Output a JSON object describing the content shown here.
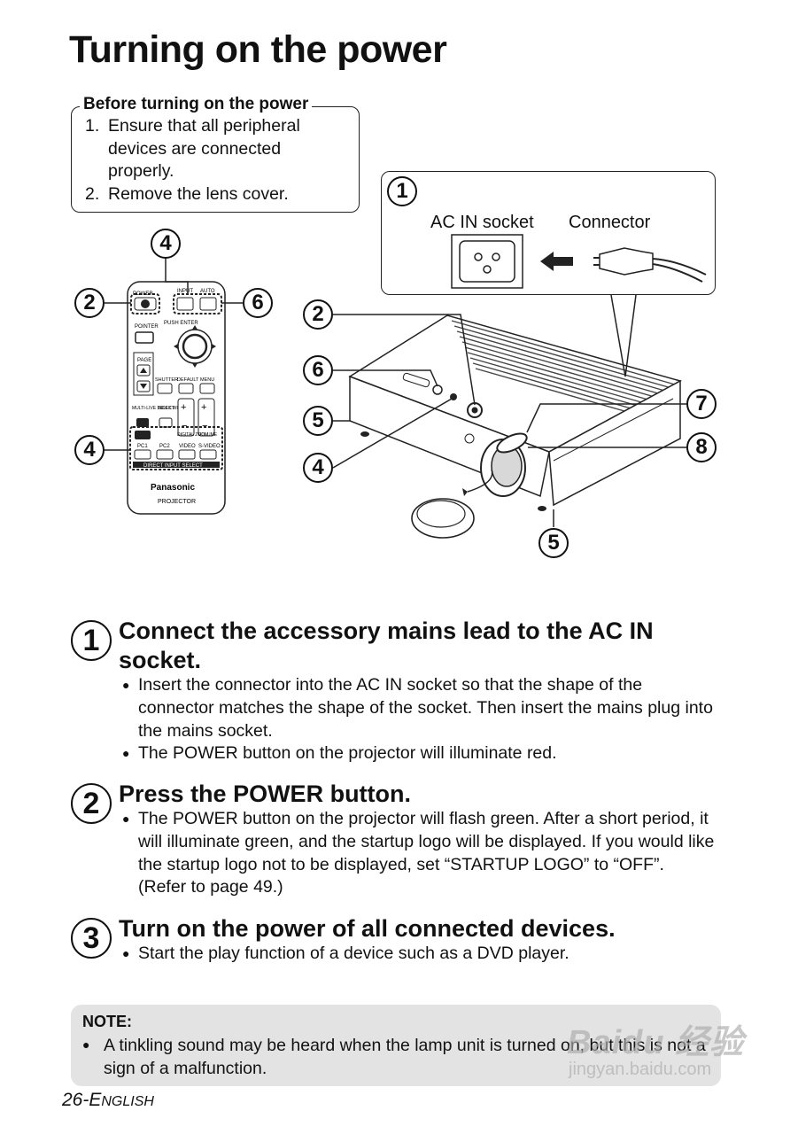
{
  "title": "Turning on the power",
  "before": {
    "title": "Before turning on the power",
    "items": [
      {
        "num": "1.",
        "lines": [
          "Ensure that all peripheral",
          "devices are connected",
          "properly."
        ]
      },
      {
        "num": "2.",
        "lines": [
          "Remove the lens cover."
        ]
      }
    ]
  },
  "callout": {
    "num": "1",
    "ac_in_label": "AC IN socket",
    "connector_label": "Connector"
  },
  "remote": {
    "brand": "Panasonic",
    "model": "PROJECTOR",
    "labels": {
      "power": "POWER",
      "input": "INPUT",
      "auto": "AUTO",
      "pointer": "POINTER",
      "push_enter": "PUSH ENTER",
      "page": "PAGE",
      "shutter": "SHUTTER",
      "default": "DEFAULT",
      "menu": "MENU",
      "multi_live": "MULTI-LIVE SELECT",
      "index_window": "INDEX WINDOW",
      "digital_zoom": "DIGITAL ZOOM",
      "volume": "VOLUME",
      "pc1": "PC1",
      "pc2": "PC2",
      "video": "VIDEO",
      "svideo": "S-VIDEO",
      "direct_input": "DIRECT INPUT SELECT"
    },
    "callouts": [
      "2",
      "4",
      "6",
      "4"
    ]
  },
  "projector_callouts": [
    "2",
    "6",
    "5",
    "4",
    "7",
    "8",
    "5"
  ],
  "steps": [
    {
      "num": "1",
      "title": "Connect the accessory mains lead to the AC IN socket.",
      "bullets": [
        "Insert the connector into the AC IN socket so that the shape of the connector matches the shape of the socket. Then insert the mains plug into the mains socket.",
        "The POWER button on the projector will illuminate red."
      ]
    },
    {
      "num": "2",
      "title": "Press the POWER button.",
      "bullets": [
        "The POWER button on the projector will flash green. After a short period, it will illuminate green, and the startup logo will be displayed. If you would like the startup logo not to be displayed, set “STARTUP LOGO” to “OFF”. (Refer to page 49.)"
      ]
    },
    {
      "num": "3",
      "title": "Turn on the power of all connected devices.",
      "bullets": [
        "Start the play function of a device such as a DVD player."
      ]
    }
  ],
  "note": {
    "title": "NOTE:",
    "bullets": [
      "A tinkling sound may be heard when the lamp unit is turned on, but this is not a sign of a malfunction."
    ]
  },
  "footer": {
    "page": "26-",
    "lang_first": "E",
    "lang_rest": "NGLISH"
  },
  "watermark": {
    "brand": "Baidu 经验",
    "url": "jingyan.baidu.com"
  }
}
